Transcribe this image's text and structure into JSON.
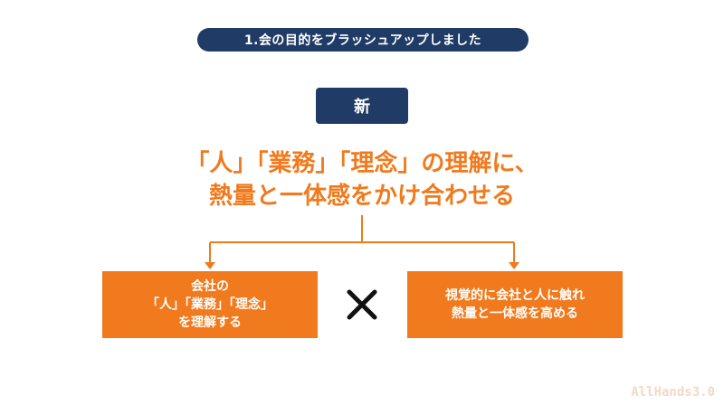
{
  "header": {
    "title": "1.会の目的をブラッシュアップしました"
  },
  "badge": {
    "label": "新"
  },
  "headline": {
    "line1": "「人」「業務」「理念」の理解に、",
    "line2": "熱量と一体感をかけ合わせる"
  },
  "left_box": {
    "line1": "会社の",
    "line2": "「人」「業務」「理念」",
    "line3": "を理解する"
  },
  "operator": {
    "icon": "multiply-icon"
  },
  "right_box": {
    "line1": "視覚的に会社と人に触れ",
    "line2": "熱量と一体感を高める"
  },
  "watermark": {
    "text": "AllHands3.0"
  },
  "colors": {
    "navy": "#1f3b66",
    "orange": "#f07a1d",
    "black": "#111111"
  }
}
